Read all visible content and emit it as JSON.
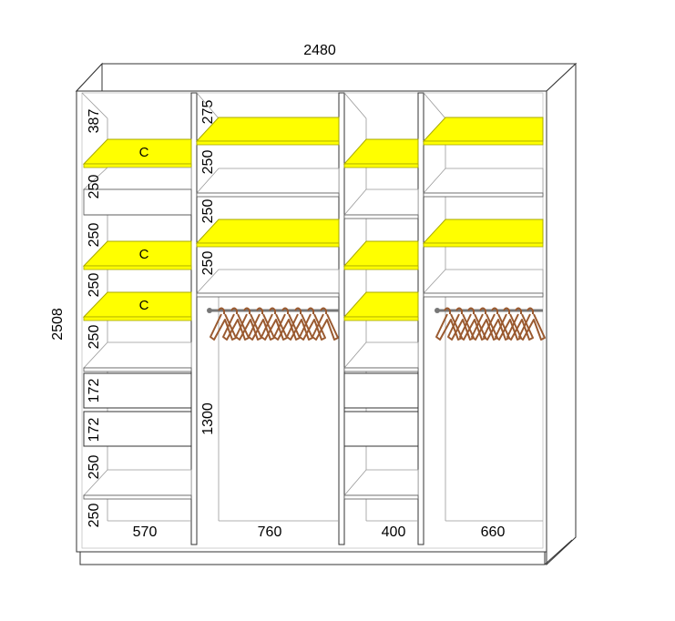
{
  "overall": {
    "width_label": "2480",
    "height_label": "2508"
  },
  "section_widths": [
    "570",
    "760",
    "400",
    "660"
  ],
  "section1": {
    "heights": [
      "387",
      "250",
      "250",
      "250",
      "250",
      "172",
      "172",
      "250",
      "250"
    ],
    "shelf_label": "C"
  },
  "section2": {
    "heights": [
      "275",
      "250",
      "250",
      "250",
      "1300"
    ]
  },
  "colors": {
    "shelf_highlight": "#ffff00",
    "shelf_edge": "#a8a800",
    "line": "#333333",
    "panel_inner": "#ffffff",
    "hanger": "#9a5a30",
    "rail": "#777777"
  }
}
